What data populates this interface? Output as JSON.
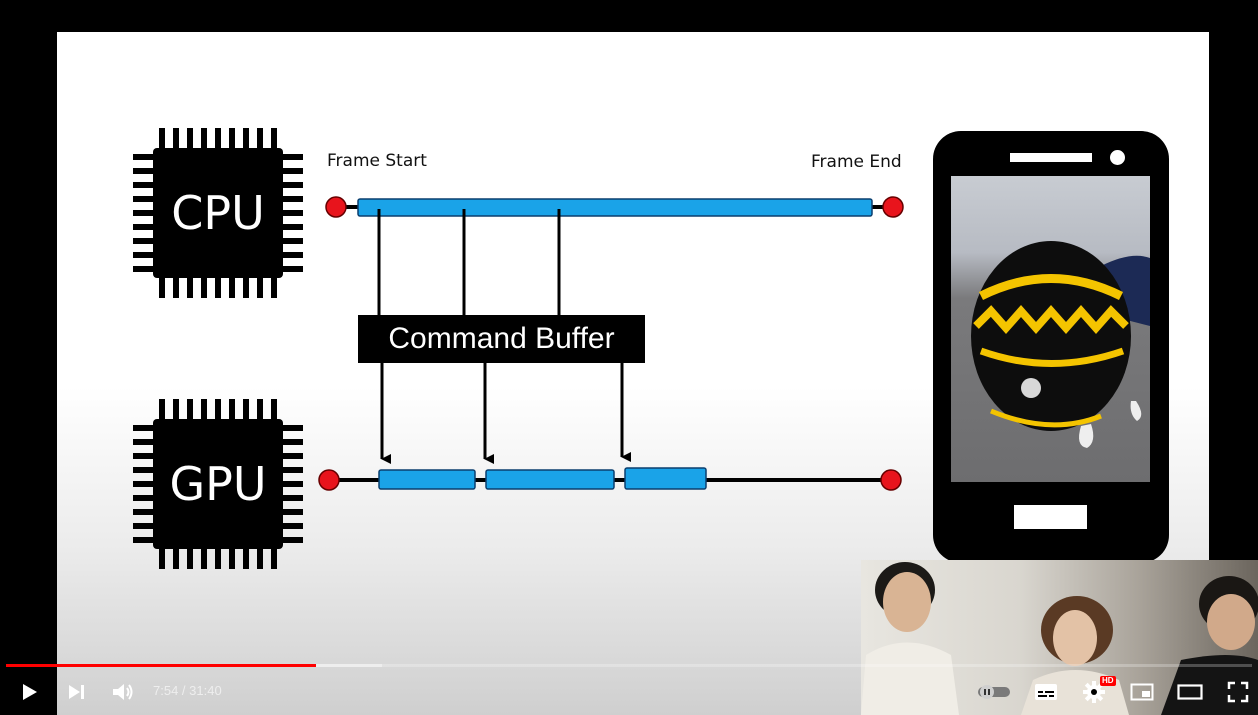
{
  "slide": {
    "cpu_label": "CPU",
    "gpu_label": "GPU",
    "frame_start_label": "Frame Start",
    "frame_end_label": "Frame End",
    "command_buffer_label": "Command Buffer",
    "colors": {
      "bar": "#1aa3e8",
      "endpoint": "#e8141c",
      "line": "#000000"
    }
  },
  "player": {
    "current_time": "7:54",
    "separator": " / ",
    "duration": "31:40",
    "progress_fraction": 0.249,
    "buffered_fraction": 0.302,
    "hd_badge": "HD",
    "icons": {
      "play": "play-icon",
      "next": "next-icon",
      "volume": "volume-icon",
      "autoplay": "autoplay-toggle-icon",
      "subtitles": "subtitles-icon",
      "settings": "gear-icon",
      "miniplayer": "miniplayer-icon",
      "theater": "theater-icon",
      "fullscreen": "fullscreen-icon"
    },
    "colors": {
      "progress": "#ff0000"
    }
  }
}
